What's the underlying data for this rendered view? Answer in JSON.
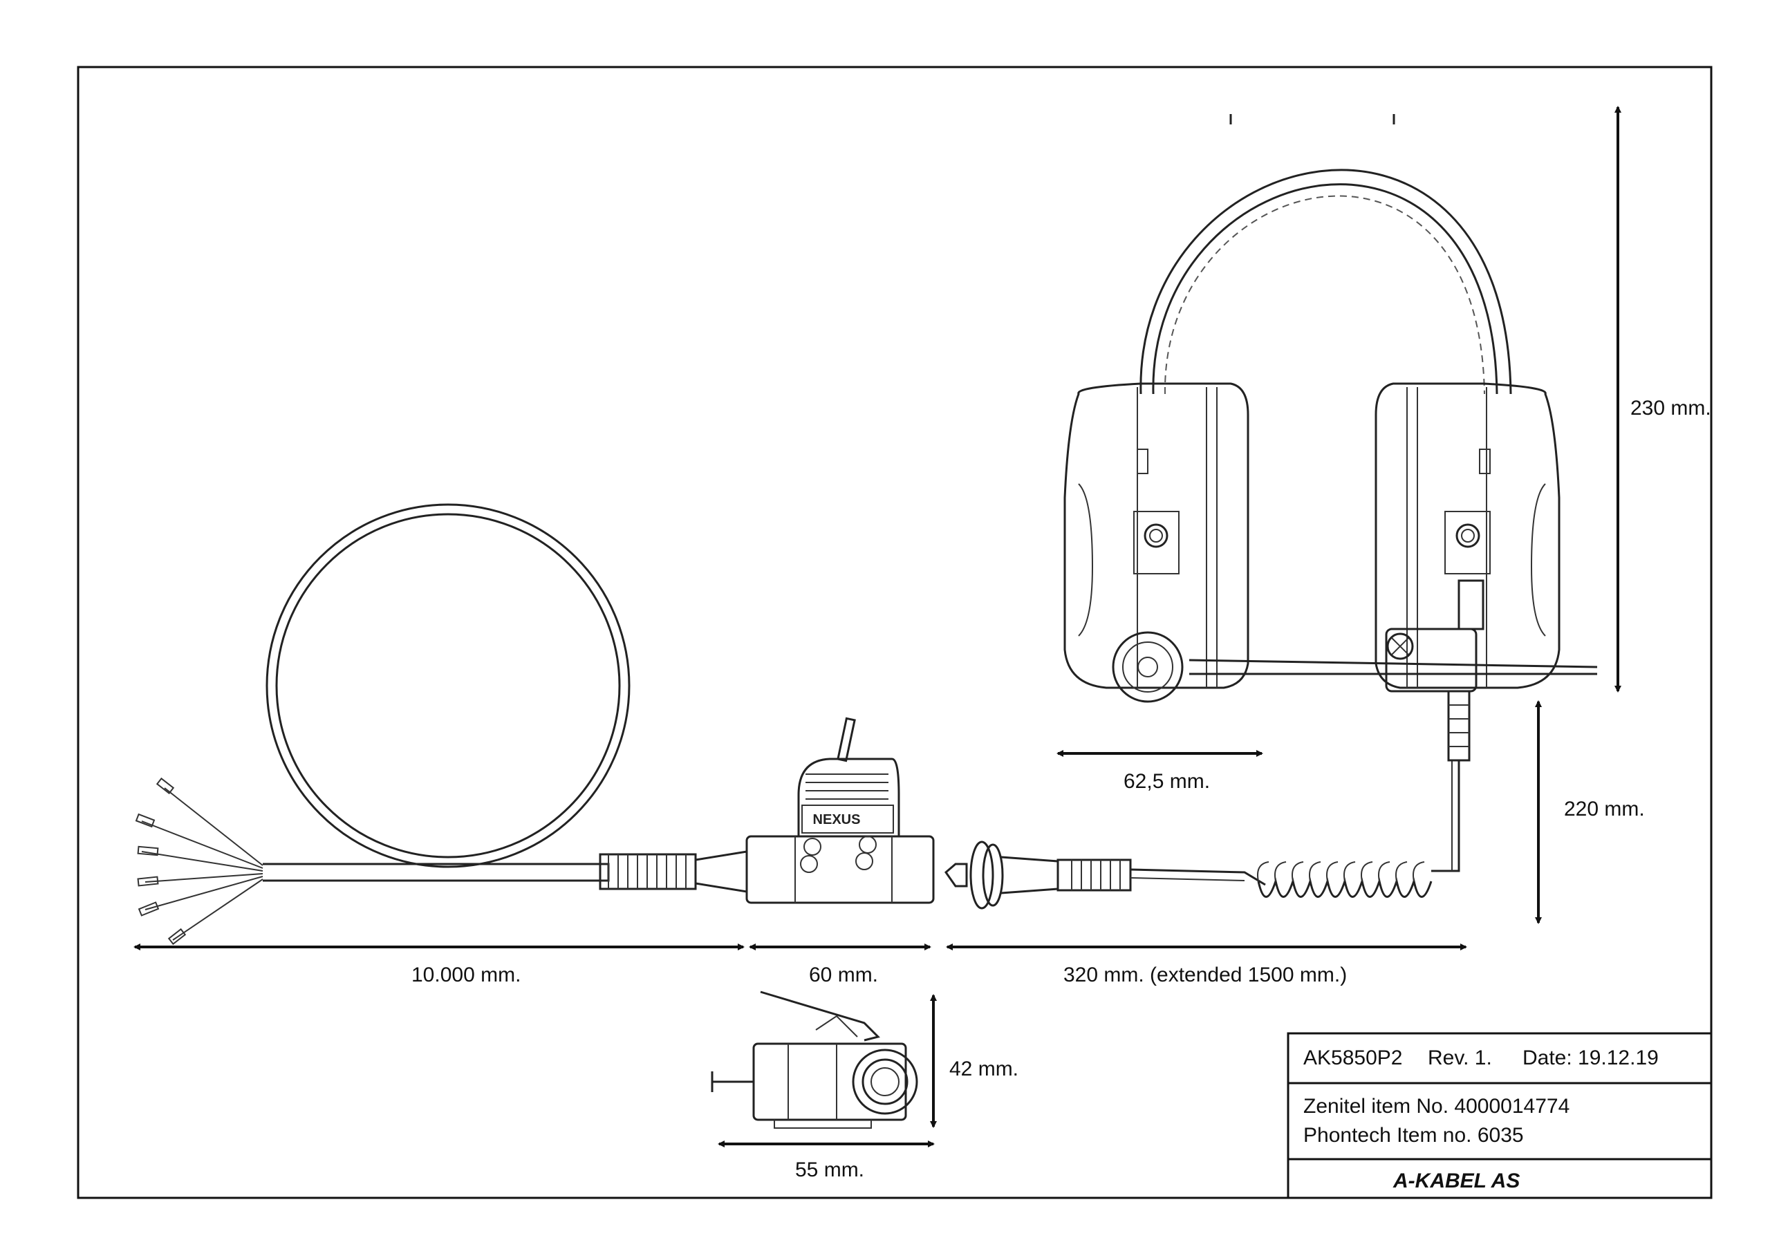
{
  "dimensions": {
    "cable_length": "10.000 mm.",
    "connector_length": "60 mm.",
    "coil_length": "320 mm. (extended 1500 mm.)",
    "headset_height": "230 mm.",
    "mic_boom": "62,5 mm.",
    "mic_drop": "220 mm.",
    "side_height": "42 mm.",
    "side_width": "55 mm."
  },
  "connector_label": "NEXUS",
  "title_block": {
    "part_number": "AK5850P2",
    "revision": "Rev. 1.",
    "date": "Date: 19.12.19",
    "zenitel_item": "Zenitel item No. 4000014774",
    "phontech_item": "Phontech Item no. 6035",
    "company": "A-KABEL AS"
  }
}
